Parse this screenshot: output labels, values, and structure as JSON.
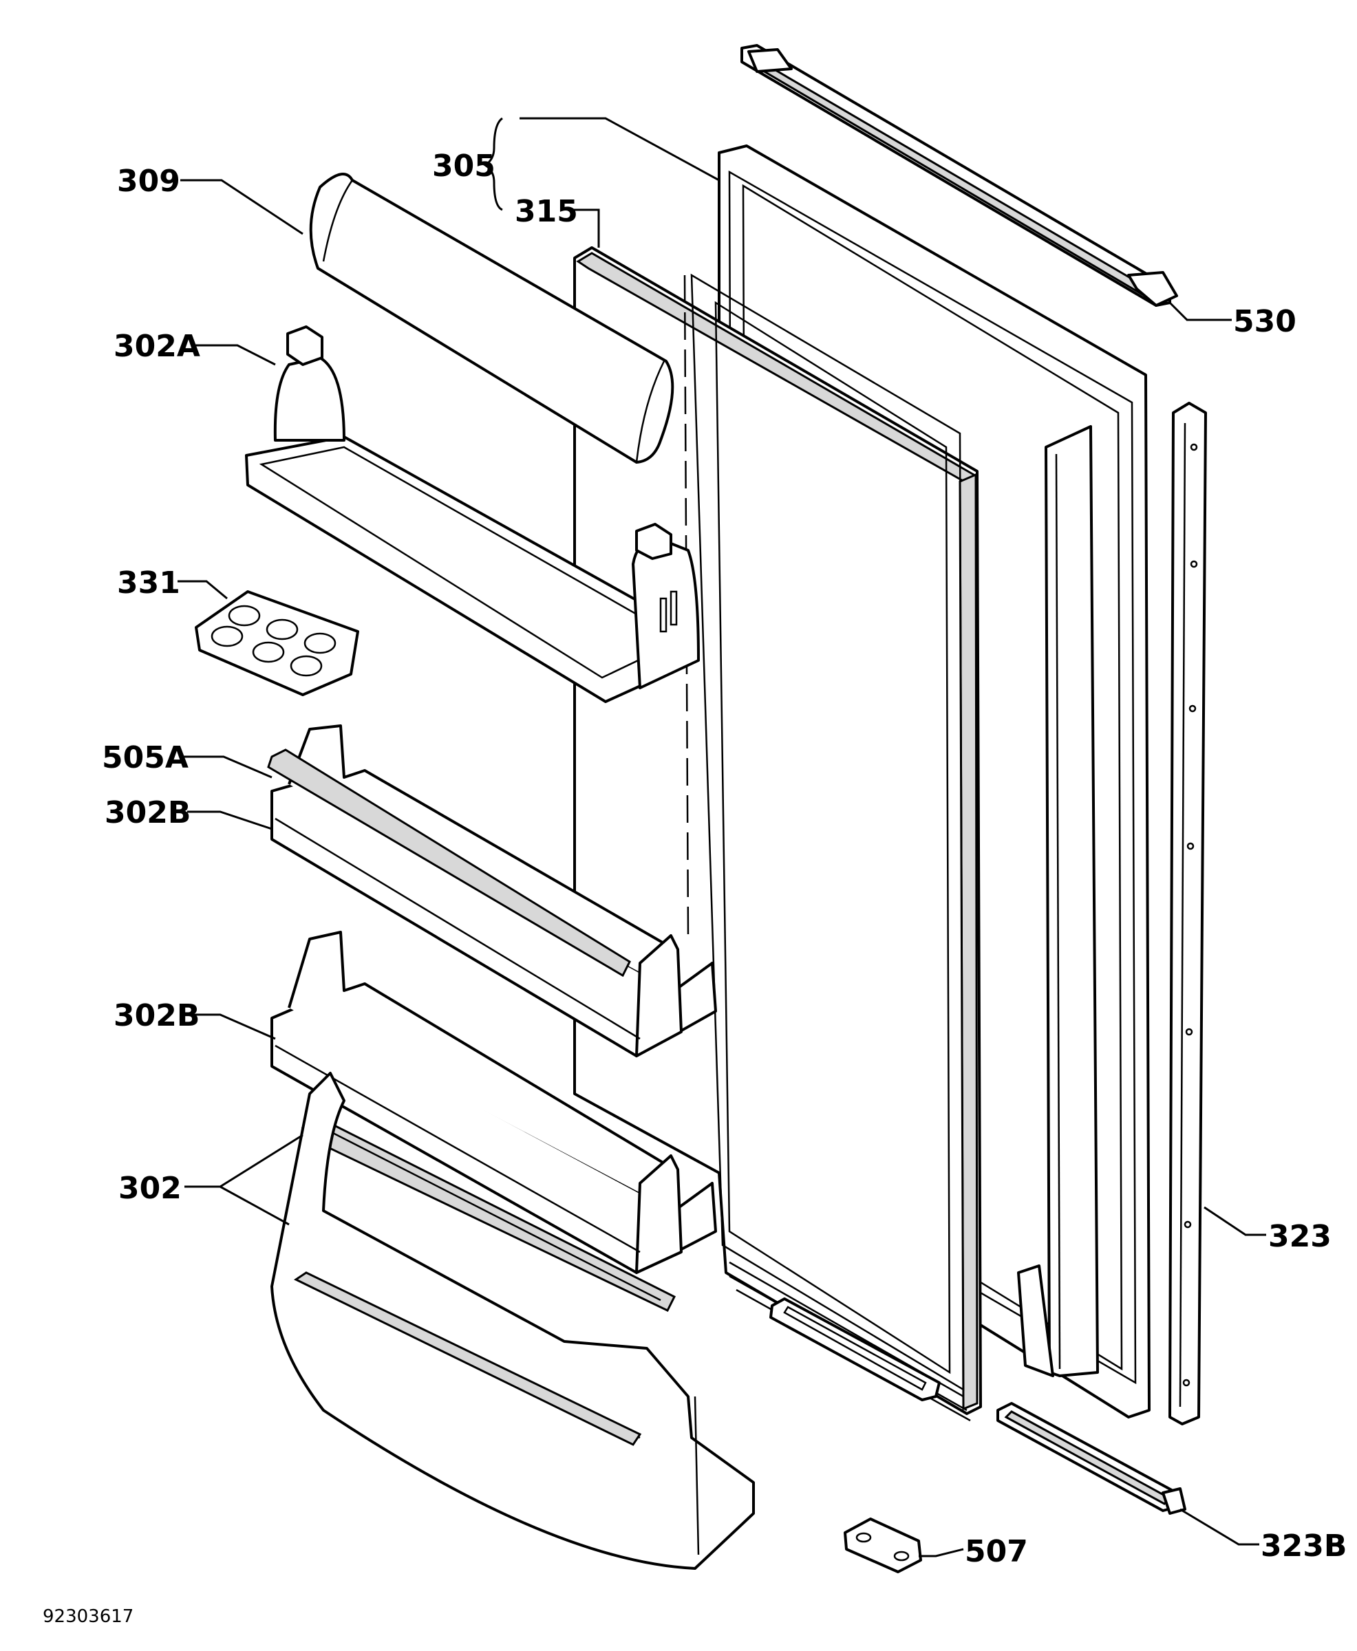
{
  "labels": {
    "l305": "305",
    "l315": "315",
    "l309": "309",
    "l530": "530",
    "l302A": "302A",
    "l331": "331",
    "l505A": "505A",
    "l302B_top": "302B",
    "l302B_mid": "302B",
    "l302": "302",
    "l323": "323",
    "l507": "507",
    "l323B": "323B"
  },
  "drawing_number": "92303617"
}
